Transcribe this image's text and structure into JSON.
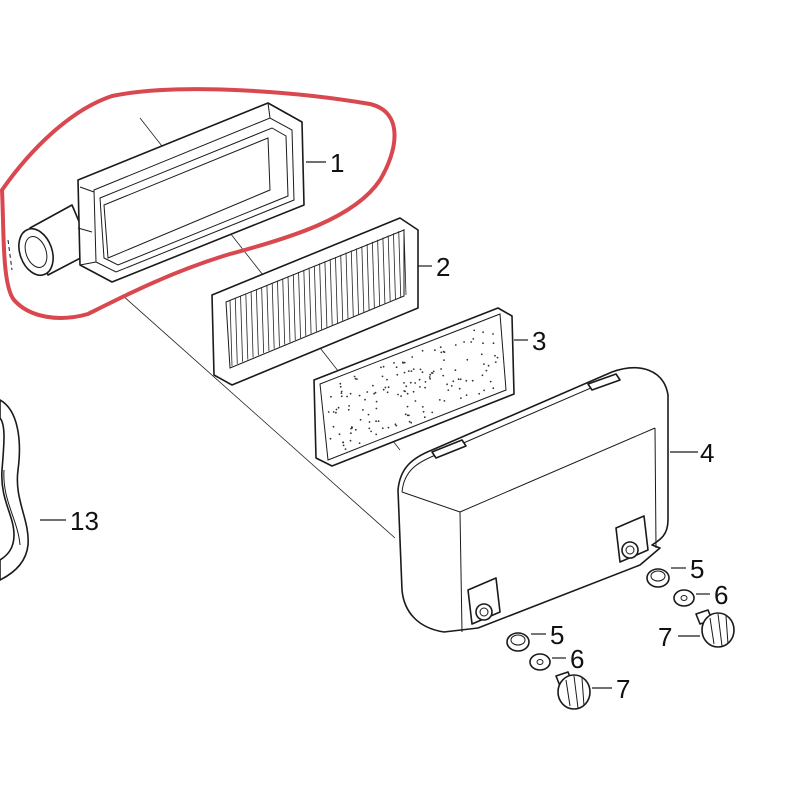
{
  "figure": {
    "type": "exploded parts diagram",
    "highlight_color": "#d9474f",
    "highlighted_part": "1"
  },
  "callouts": [
    {
      "id": "callout-1",
      "label": "1"
    },
    {
      "id": "callout-2",
      "label": "2"
    },
    {
      "id": "callout-3",
      "label": "3"
    },
    {
      "id": "callout-4",
      "label": "4"
    },
    {
      "id": "callout-5a",
      "label": "5"
    },
    {
      "id": "callout-5b",
      "label": "5"
    },
    {
      "id": "callout-6a",
      "label": "6"
    },
    {
      "id": "callout-6b",
      "label": "6"
    },
    {
      "id": "callout-7a",
      "label": "7"
    },
    {
      "id": "callout-7b",
      "label": "7"
    },
    {
      "id": "callout-13",
      "label": "13"
    }
  ]
}
